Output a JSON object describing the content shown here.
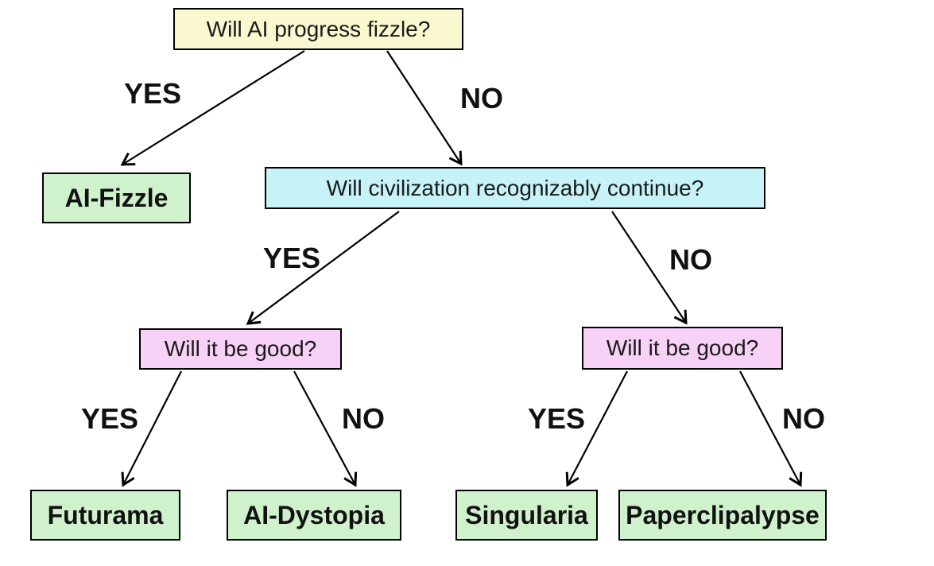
{
  "flowchart": {
    "type": "decision-tree",
    "background": "#FFFFFF",
    "colors": {
      "root_question_fill": "#FAF8CF",
      "civilization_question_fill": "#C6F2F8",
      "good_question_fill": "#F8D1F6",
      "outcome_fill": "#CFF2CC",
      "border": "#000000",
      "line": "#000000",
      "text": "#111111"
    },
    "nodes": [
      {
        "id": "root",
        "kind": "question",
        "label": "Will AI progress fizzle?",
        "fill": "#FAF8CF"
      },
      {
        "id": "ai-fizzle",
        "kind": "outcome",
        "label": "AI-Fizzle",
        "fill": "#CFF2CC"
      },
      {
        "id": "civilization",
        "kind": "question",
        "label": "Will civilization recognizably continue?",
        "fill": "#C6F2F8"
      },
      {
        "id": "good-left",
        "kind": "question",
        "label": "Will it be good?",
        "fill": "#F8D1F6"
      },
      {
        "id": "good-right",
        "kind": "question",
        "label": "Will it be good?",
        "fill": "#F8D1F6"
      },
      {
        "id": "futurama",
        "kind": "outcome",
        "label": "Futurama",
        "fill": "#CFF2CC"
      },
      {
        "id": "ai-dystopia",
        "kind": "outcome",
        "label": "AI-Dystopia",
        "fill": "#CFF2CC"
      },
      {
        "id": "singularia",
        "kind": "outcome",
        "label": "Singularia",
        "fill": "#CFF2CC"
      },
      {
        "id": "paperclipalypse",
        "kind": "outcome",
        "label": "Paperclipalypse",
        "fill": "#CFF2CC"
      }
    ],
    "edges": [
      {
        "from": "root",
        "to": "ai-fizzle",
        "label": "YES"
      },
      {
        "from": "root",
        "to": "civilization",
        "label": "NO"
      },
      {
        "from": "civilization",
        "to": "good-left",
        "label": "YES"
      },
      {
        "from": "civilization",
        "to": "good-right",
        "label": "NO"
      },
      {
        "from": "good-left",
        "to": "futurama",
        "label": "YES"
      },
      {
        "from": "good-left",
        "to": "ai-dystopia",
        "label": "NO"
      },
      {
        "from": "good-right",
        "to": "singularia",
        "label": "YES"
      },
      {
        "from": "good-right",
        "to": "paperclipalypse",
        "label": "NO"
      }
    ]
  }
}
